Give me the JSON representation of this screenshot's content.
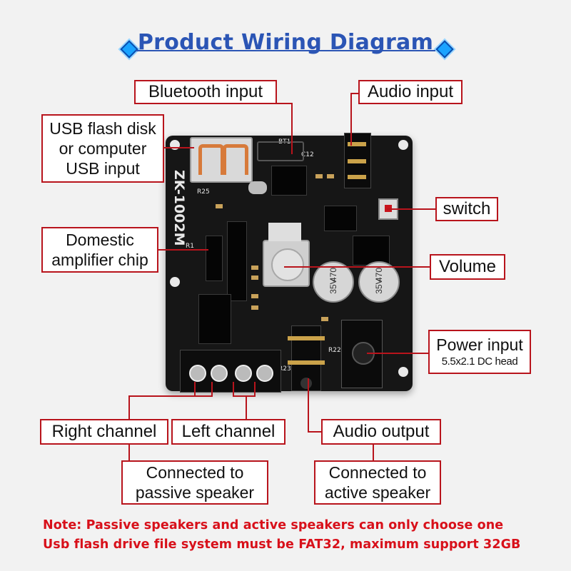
{
  "header": {
    "title": "Product Wiring Diagram"
  },
  "labels": {
    "bluetooth_input": "Bluetooth input",
    "audio_input": "Audio input",
    "usb_line1": "USB flash disk",
    "usb_line2": "or computer",
    "usb_line3": "USB input",
    "amp_line1": "Domestic",
    "amp_line2": "amplifier chip",
    "switch": "switch",
    "volume": "Volume",
    "power_line1": "Power input",
    "power_line2": "5.5x2.1 DC head",
    "right_channel": "Right channel",
    "left_channel": "Left channel",
    "audio_output": "Audio output",
    "passive_line1": "Connected to",
    "passive_line2": "passive speaker",
    "active_line1": "Connected to",
    "active_line2": "active speaker"
  },
  "board": {
    "model": "ZK-1002M",
    "cap1_value": "470",
    "cap1_voltage": "35V",
    "cap2_value": "470",
    "cap2_voltage": "35V",
    "silk_bt": "BT1",
    "silk_r25": "R25",
    "silk_r22": "R22",
    "silk_r23": "R23",
    "silk_r1": "R1",
    "silk_c12": "C12"
  },
  "notes": {
    "line1": "Note: Passive speakers and active speakers can only choose one",
    "line2": "Usb flash drive file system must be FAT32, maximum support 32GB"
  },
  "colors": {
    "title": "#2b55b5",
    "callout_border": "#b8141c",
    "note_text": "#d8101a",
    "board": "#161616"
  }
}
